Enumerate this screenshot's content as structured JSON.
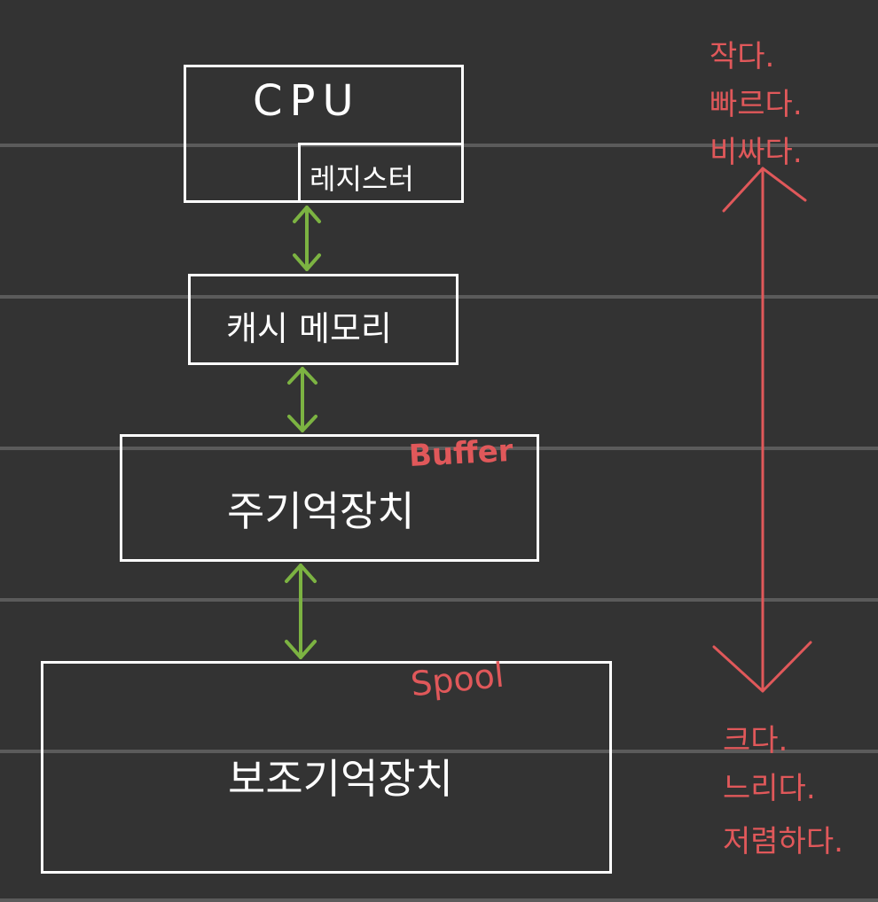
{
  "diagram": {
    "cpu": {
      "label": "CPU",
      "register_label": "레지스터"
    },
    "cache": {
      "label": "캐시 메모리"
    },
    "main_memory": {
      "label": "주기억장치",
      "note": "Buffer"
    },
    "secondary_storage": {
      "label": "보조기억장치",
      "note": "Spool"
    },
    "top_notes": [
      "작다.",
      "빠르다.",
      "비싸다."
    ],
    "bottom_notes": [
      "크다.",
      "느리다.",
      "저렴하다."
    ]
  },
  "colors": {
    "background": "#333333",
    "box_border": "#ffffff",
    "connector_arrow": "#7cb342",
    "annotation": "#e0585a",
    "ruled_line": "#5b5b5b"
  }
}
